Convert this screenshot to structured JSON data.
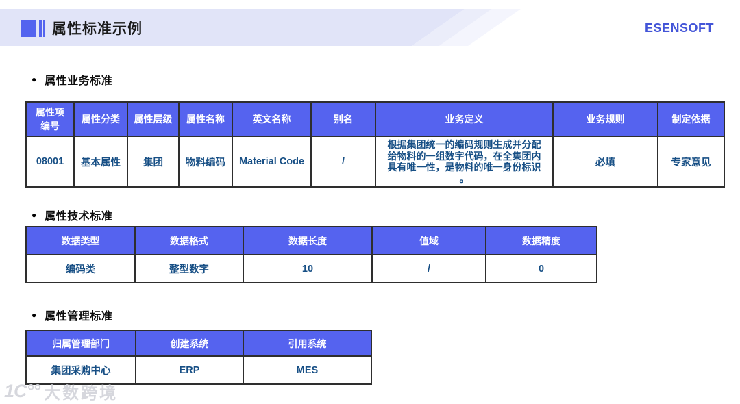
{
  "header": {
    "title": "属性标准示例",
    "logo": "ESENSOFT"
  },
  "sections": [
    {
      "title": "属性业务标准",
      "table": {
        "headers": [
          "属性项\n编号",
          "属性分类",
          "属性层级",
          "属性名称",
          "英文名称",
          "别名",
          "业务定义",
          "业务规则",
          "制定依据"
        ],
        "row": [
          "08001",
          "基本属性",
          "集团",
          "物料编码",
          "Material Code",
          "/",
          "根据集团统一的编码规则生成并分配\n给物料的一组数字代码，在全集团内\n具有唯一性，是物料的唯一身份标识\n。",
          "必填",
          "专家意见"
        ]
      }
    },
    {
      "title": "属性技术标准",
      "table": {
        "headers": [
          "数据类型",
          "数据格式",
          "数据长度",
          "值域",
          "数据精度"
        ],
        "row": [
          "编码类",
          "整型数字",
          "10",
          "/",
          "0"
        ]
      }
    },
    {
      "title": "属性管理标准",
      "table": {
        "headers": [
          "归属管理部门",
          "创建系统",
          "引用系统"
        ],
        "row": [
          "集团采购中心",
          "ERP",
          "MES"
        ]
      }
    }
  ],
  "watermark": {
    "icon": "1C°°",
    "text": "大数跨境"
  },
  "colors": {
    "table_header_bg": "#5563ef",
    "table_body_text": "#174f85",
    "banner_bg": "#e1e4f8",
    "accent_blue": "#5363ef",
    "logo_blue": "#4355d8"
  }
}
